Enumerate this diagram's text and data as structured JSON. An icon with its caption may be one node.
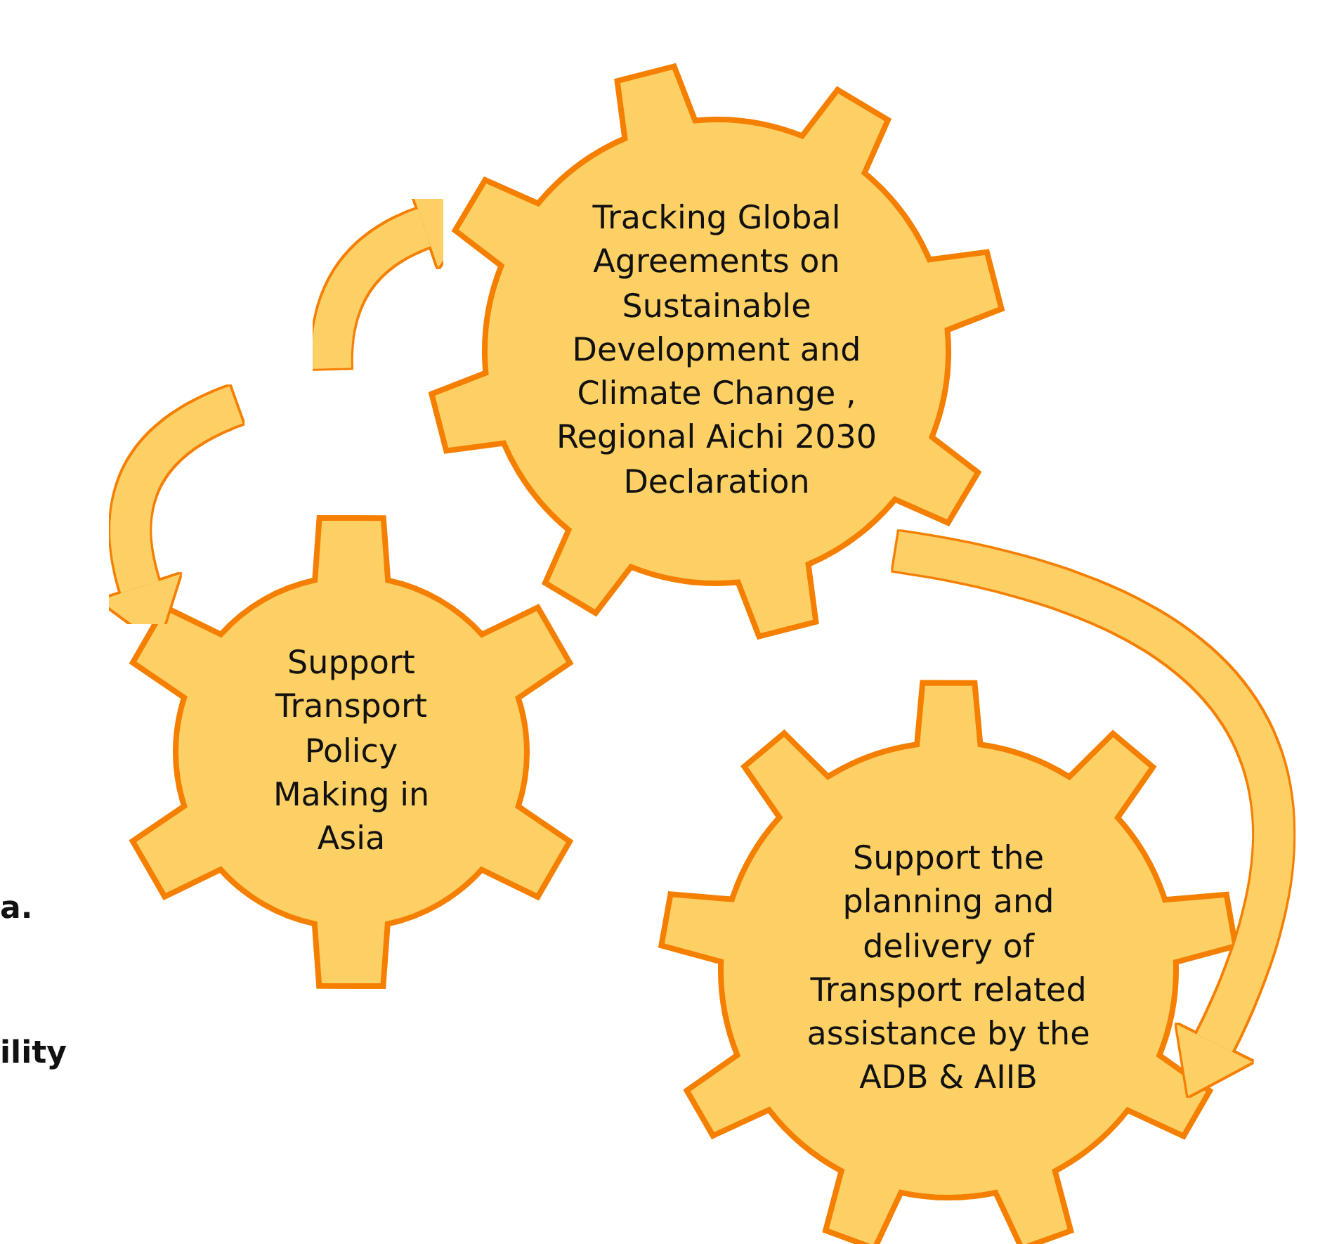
{
  "diagram": {
    "nodes": [
      {
        "text": [
          "Tracking Global Agreements on Sustainable Development and Climate Change , Regional Aichi 2030 Declaration"
        ]
      },
      {
        "text": [
          "Support Transport Policy Making in Asia"
        ]
      },
      {
        "text": [
          "Support the planning and delivery of Transport related assistance by the ADB & AIIB"
        ]
      }
    ],
    "edges": [
      {
        "from": null,
        "to": 0,
        "arrow": "to"
      },
      {
        "from": null,
        "to": 1,
        "arrow": "to"
      },
      {
        "from": 0,
        "to": 2,
        "arrow": "to"
      }
    ],
    "labels": [
      "a.",
      "ility"
    ]
  }
}
